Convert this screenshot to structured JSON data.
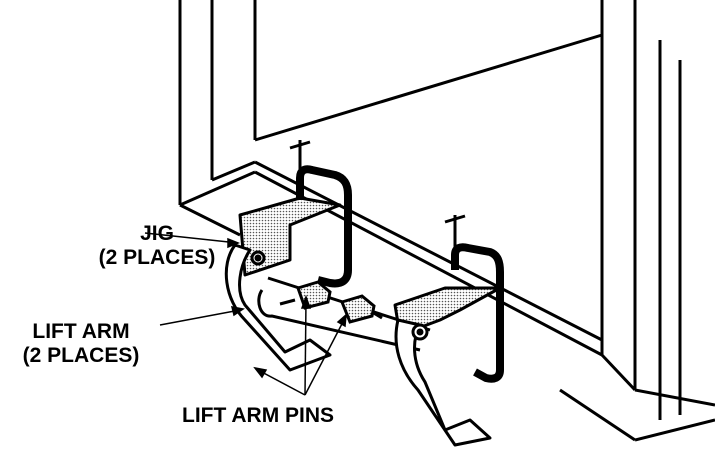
{
  "labels": {
    "jig_line1": "JIG",
    "jig_line2": "(2 PLACES)",
    "lift_arm_line1": "LIFT ARM",
    "lift_arm_line2": "(2 PLACES)",
    "lift_arm_pins": "LIFT ARM PINS"
  },
  "colors": {
    "ink": "#000000",
    "stipple": "#b8b8b8",
    "background": "#ffffff"
  }
}
